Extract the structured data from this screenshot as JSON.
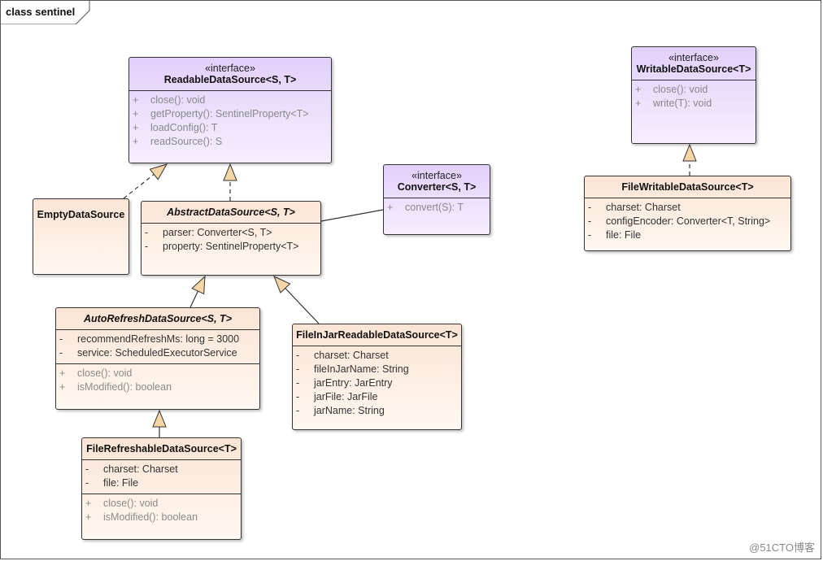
{
  "diagram_title": "class sentinel",
  "watermark": "@51CTO博客",
  "colors": {
    "interface_fill": "#e9dbfc",
    "class_fill": "#fdeee2",
    "arrowhead_fill": "#f5d4a6",
    "line": "#333333"
  },
  "classes": [
    {
      "id": "readable",
      "stereotype": "«interface»",
      "name": "ReadableDataSource<S, T>",
      "kind": "interface",
      "abstract": false,
      "attributes": [],
      "operations": [
        {
          "vis": "+",
          "text": "close(): void"
        },
        {
          "vis": "+",
          "text": "getProperty(): SentinelProperty<T>"
        },
        {
          "vis": "+",
          "text": "loadConfig(): T"
        },
        {
          "vis": "+",
          "text": "readSource(): S"
        }
      ]
    },
    {
      "id": "empty",
      "stereotype": null,
      "name": "EmptyDataSource",
      "kind": "class",
      "abstract": false,
      "attributes": [],
      "operations": []
    },
    {
      "id": "abstract",
      "stereotype": null,
      "name": "AbstractDataSource<S, T>",
      "kind": "class",
      "abstract": true,
      "attributes": [
        {
          "vis": "-",
          "text": "parser: Converter<S, T>"
        },
        {
          "vis": "-",
          "text": "property: SentinelProperty<T>"
        }
      ],
      "operations": []
    },
    {
      "id": "converter",
      "stereotype": "«interface»",
      "name": "Converter<S, T>",
      "kind": "interface",
      "abstract": false,
      "attributes": [],
      "operations": [
        {
          "vis": "+",
          "text": "convert(S): T"
        }
      ]
    },
    {
      "id": "writable",
      "stereotype": "«interface»",
      "name": "WritableDataSource<T>",
      "kind": "interface",
      "abstract": false,
      "attributes": [],
      "operations": [
        {
          "vis": "+",
          "text": "close(): void"
        },
        {
          "vis": "+",
          "text": "write(T): void"
        }
      ]
    },
    {
      "id": "filewritable",
      "stereotype": null,
      "name": "FileWritableDataSource<T>",
      "kind": "class",
      "abstract": false,
      "attributes": [
        {
          "vis": "-",
          "text": "charset: Charset"
        },
        {
          "vis": "-",
          "text": "configEncoder: Converter<T, String>"
        },
        {
          "vis": "-",
          "text": "file: File"
        }
      ],
      "operations": []
    },
    {
      "id": "autorefresh",
      "stereotype": null,
      "name": "AutoRefreshDataSource<S, T>",
      "kind": "class",
      "abstract": true,
      "attributes": [
        {
          "vis": "-",
          "text": "recommendRefreshMs: long = 3000"
        },
        {
          "vis": "-",
          "text": "service: ScheduledExecutorService"
        }
      ],
      "operations": [
        {
          "vis": "+",
          "text": "close(): void"
        },
        {
          "vis": "+",
          "text": "isModified(): boolean"
        }
      ]
    },
    {
      "id": "fileinjar",
      "stereotype": null,
      "name": "FileInJarReadableDataSource<T>",
      "kind": "class",
      "abstract": false,
      "attributes": [
        {
          "vis": "-",
          "text": "charset: Charset"
        },
        {
          "vis": "-",
          "text": "fileInJarName: String"
        },
        {
          "vis": "-",
          "text": "jarEntry: JarEntry"
        },
        {
          "vis": "-",
          "text": "jarFile: JarFile"
        },
        {
          "vis": "-",
          "text": "jarName: String"
        }
      ],
      "operations": []
    },
    {
      "id": "filerefresh",
      "stereotype": null,
      "name": "FileRefreshableDataSource<T>",
      "kind": "class",
      "abstract": false,
      "attributes": [
        {
          "vis": "-",
          "text": "charset: Charset"
        },
        {
          "vis": "-",
          "text": "file: File"
        }
      ],
      "operations": [
        {
          "vis": "+",
          "text": "close(): void"
        },
        {
          "vis": "+",
          "text": "isModified(): boolean"
        }
      ]
    }
  ],
  "relations": [
    {
      "type": "realization",
      "from": "empty",
      "to": "readable"
    },
    {
      "type": "realization",
      "from": "abstract",
      "to": "readable"
    },
    {
      "type": "association",
      "from": "abstract",
      "to": "converter"
    },
    {
      "type": "generalization",
      "from": "autorefresh",
      "to": "abstract"
    },
    {
      "type": "generalization",
      "from": "fileinjar",
      "to": "abstract"
    },
    {
      "type": "generalization",
      "from": "filerefresh",
      "to": "autorefresh"
    },
    {
      "type": "realization",
      "from": "filewritable",
      "to": "writable"
    }
  ]
}
